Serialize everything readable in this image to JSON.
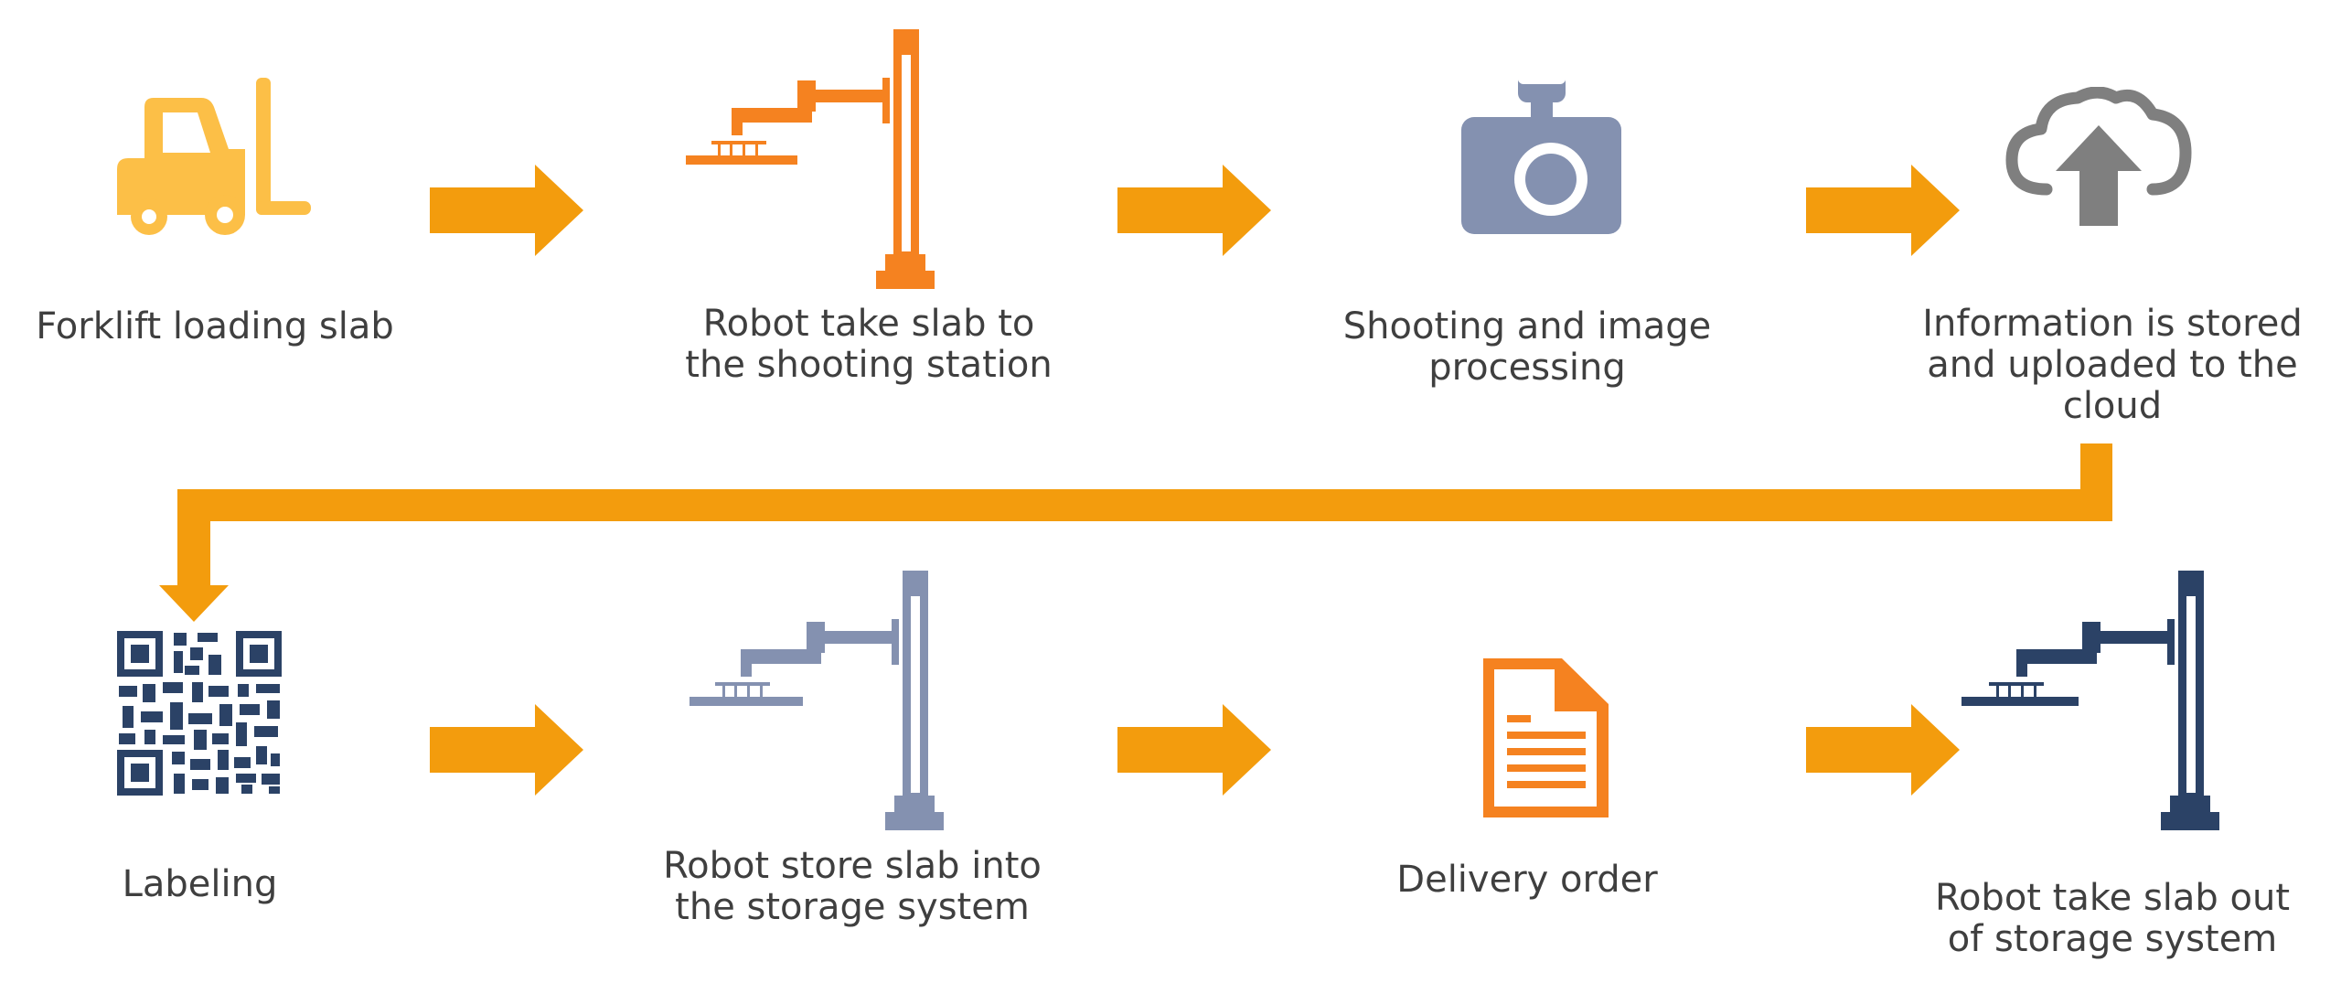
{
  "colors": {
    "arrow": "#f39c0d",
    "forklift": "#fcbf47",
    "robot_orange": "#f58220",
    "camera": "#8491b0",
    "cloud": "#7f7f7f",
    "qr": "#2b4266",
    "robot_grey": "#8491b0",
    "document": "#f58220",
    "robot_navy": "#2b4266",
    "text": "#3f3f3f"
  },
  "steps": [
    {
      "id": "forklift",
      "icon": "forklift-icon",
      "label": "Forklift loading slab"
    },
    {
      "id": "robot-take",
      "icon": "robot-arm-icon",
      "label": "Robot take slab to\nthe shooting  station"
    },
    {
      "id": "shooting",
      "icon": "camera-icon",
      "label": "Shooting and image\nprocessing"
    },
    {
      "id": "cloud",
      "icon": "cloud-upload-icon",
      "label": "Information is stored\nand uploaded to the\ncloud"
    },
    {
      "id": "labeling",
      "icon": "qr-code-icon",
      "label": "Labeling"
    },
    {
      "id": "robot-store",
      "icon": "robot-arm-icon",
      "label": "Robot store slab into\nthe storage system"
    },
    {
      "id": "delivery",
      "icon": "document-icon",
      "label": "Delivery order"
    },
    {
      "id": "robot-out",
      "icon": "robot-arm-icon",
      "label": "Robot take slab out\nof storage system"
    }
  ]
}
